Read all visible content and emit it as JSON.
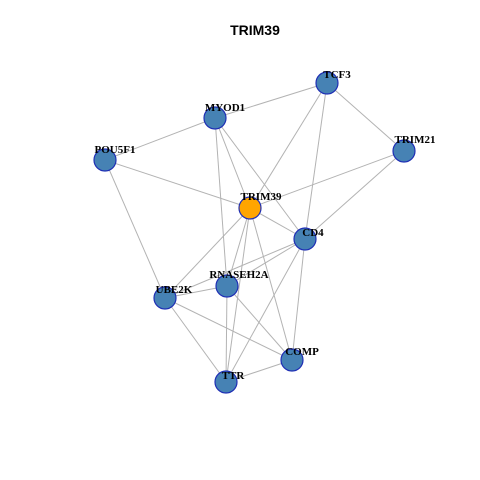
{
  "title": "TRIM39",
  "colors": {
    "node_default": "#4682b4",
    "node_focus": "#ffa500",
    "node_border": "#1f2fb5",
    "edge": "#b3b3b3"
  },
  "nodes": [
    {
      "id": "TCF3",
      "label": "TCF3",
      "focus": false
    },
    {
      "id": "MYOD1",
      "label": "MYOD1",
      "focus": false
    },
    {
      "id": "TRIM21",
      "label": "TRIM21",
      "focus": false
    },
    {
      "id": "POU5F1",
      "label": "POU5F1",
      "focus": false
    },
    {
      "id": "TRIM39",
      "label": "TRIM39",
      "focus": true
    },
    {
      "id": "CD4",
      "label": "CD4",
      "focus": false
    },
    {
      "id": "RNASEH2A",
      "label": "RNASEH2A",
      "focus": false
    },
    {
      "id": "UBE2K",
      "label": "UBE2K",
      "focus": false
    },
    {
      "id": "COMP",
      "label": "COMP",
      "focus": false
    },
    {
      "id": "TTR",
      "label": "TTR",
      "focus": false
    }
  ],
  "edges": [
    [
      "MYOD1",
      "TCF3"
    ],
    [
      "TCF3",
      "TRIM21"
    ],
    [
      "TCF3",
      "TRIM39"
    ],
    [
      "TCF3",
      "CD4"
    ],
    [
      "MYOD1",
      "POU5F1"
    ],
    [
      "MYOD1",
      "TRIM39"
    ],
    [
      "MYOD1",
      "CD4"
    ],
    [
      "MYOD1",
      "RNASEH2A"
    ],
    [
      "POU5F1",
      "TRIM39"
    ],
    [
      "POU5F1",
      "UBE2K"
    ],
    [
      "TRIM21",
      "TRIM39"
    ],
    [
      "TRIM21",
      "CD4"
    ],
    [
      "TRIM39",
      "CD4"
    ],
    [
      "TRIM39",
      "UBE2K"
    ],
    [
      "TRIM39",
      "RNASEH2A"
    ],
    [
      "TRIM39",
      "TTR"
    ],
    [
      "TRIM39",
      "COMP"
    ],
    [
      "CD4",
      "UBE2K"
    ],
    [
      "CD4",
      "RNASEH2A"
    ],
    [
      "CD4",
      "TTR"
    ],
    [
      "CD4",
      "COMP"
    ],
    [
      "UBE2K",
      "RNASEH2A"
    ],
    [
      "UBE2K",
      "TTR"
    ],
    [
      "UBE2K",
      "COMP"
    ],
    [
      "RNASEH2A",
      "TTR"
    ],
    [
      "RNASEH2A",
      "COMP"
    ],
    [
      "TTR",
      "COMP"
    ]
  ]
}
